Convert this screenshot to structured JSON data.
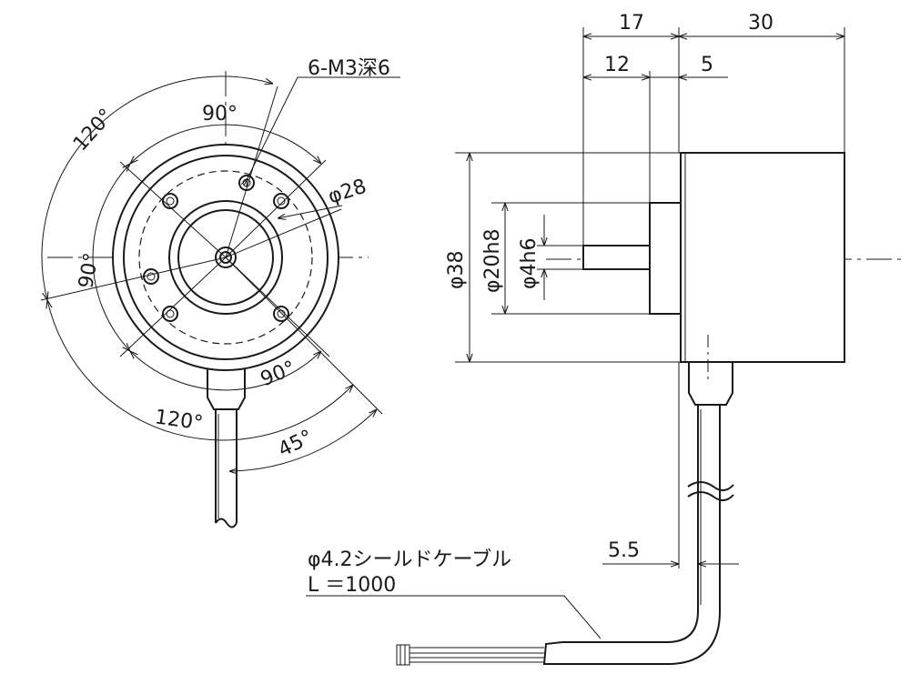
{
  "front_view": {
    "hole_callout": "6-M3深6",
    "angle_top": "90°",
    "angle_top_outer": "120°",
    "angle_left": "90°",
    "angle_bottom_right": "90°",
    "angle_bottom": "120°",
    "angle_cable": "45°",
    "dia_pcd": "φ28"
  },
  "side_view": {
    "dim_17": "17",
    "dim_30": "30",
    "dim_12": "12",
    "dim_5": "5",
    "dia_38": "φ38",
    "dia_20h8": "φ20h8",
    "dia_4h6": "φ4h6",
    "dim_5_5": "5.5"
  },
  "cable_note": {
    "line1": "φ4.2シールドケーブル",
    "line2": "L ＝1000"
  }
}
